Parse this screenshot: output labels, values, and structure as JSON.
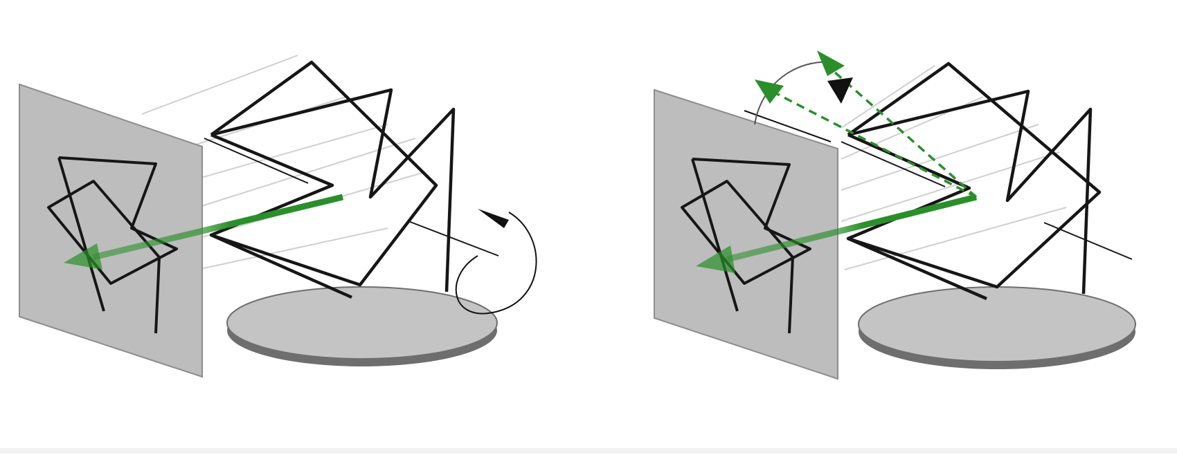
{
  "colors": {
    "background": "#ffffff",
    "projection_screen": "#bdbdbd",
    "screen_edge": "#8c8c8c",
    "wire": "#161616",
    "turntable_top": "#c4c4c4",
    "turntable_edge": "#6e6e6e",
    "projection_rays": "#cfcfcf",
    "arrow_green": "#2a8f2a",
    "rotation_marker": "#111111"
  },
  "panels": [
    {
      "id": "rotation-depth-effect",
      "icons": [
        "projection-screen",
        "wire-figure",
        "turntable",
        "viewing-arrow",
        "rotation-arc-arrow"
      ]
    },
    {
      "id": "viewpoint-shift",
      "icons": [
        "projection-screen",
        "wire-figure",
        "turntable",
        "viewing-arrow",
        "dashed-viewpoint-arrows",
        "viewpoint-arc"
      ]
    }
  ]
}
